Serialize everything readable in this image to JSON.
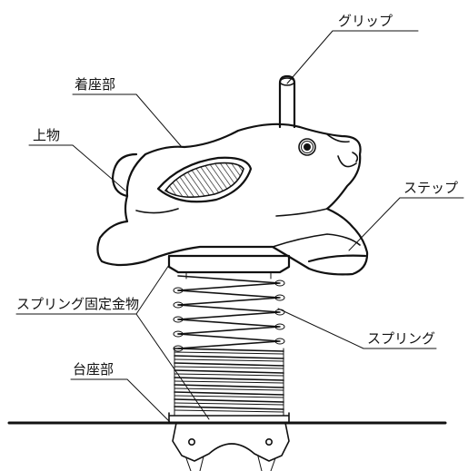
{
  "labels": {
    "grip": "グリップ",
    "seat": "着座部",
    "body": "上物",
    "step": "ステップ",
    "spring_fixture": "スプリング固定金物",
    "spring": "スプリング",
    "base": "台座部"
  }
}
